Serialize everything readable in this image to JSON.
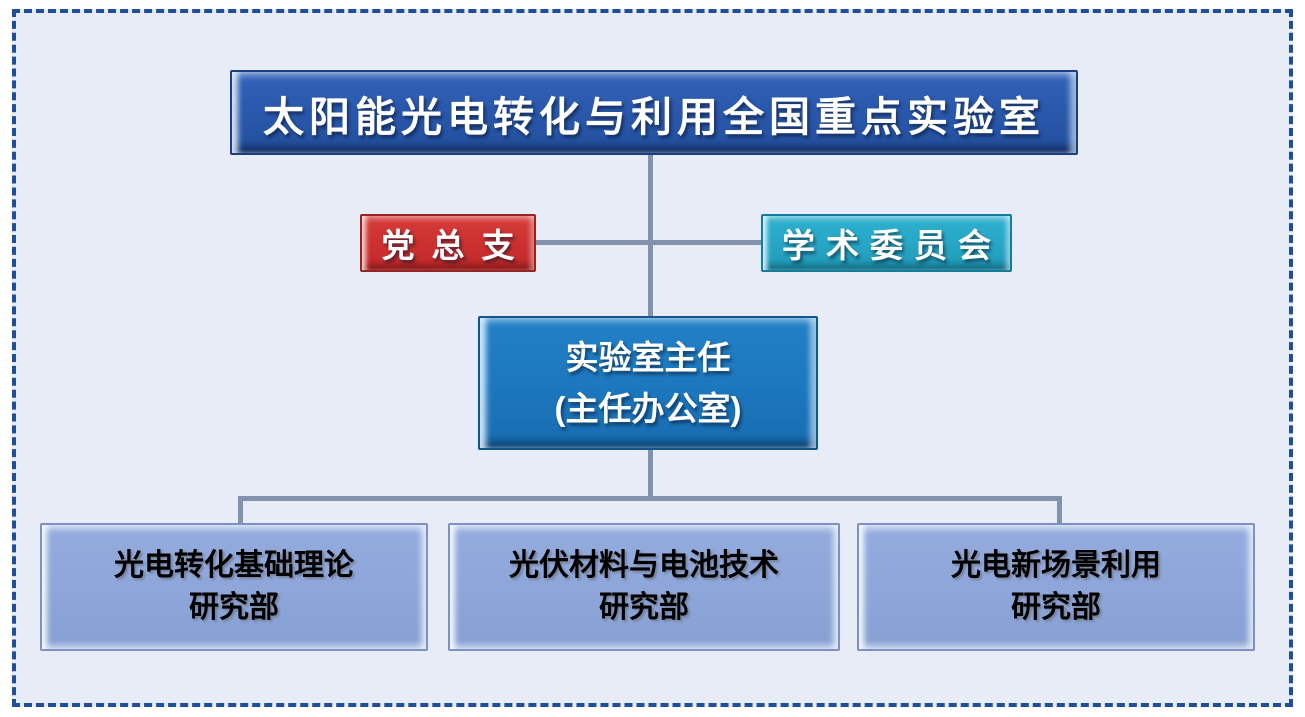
{
  "page": {
    "background": "#ffffff",
    "panel_background": "#e8ecf7",
    "dashed_border_color": "#1f4e9c",
    "connector_color": "#8292ac"
  },
  "org_chart": {
    "root": {
      "label": "太阳能光电转化与利用全国重点实验室",
      "fill": "#2a58ac",
      "text_color": "#ffffff"
    },
    "party_branch": {
      "label": "党总支",
      "fill": "#cc3130",
      "text_color": "#ffffff"
    },
    "academic_committee": {
      "label": "学术委员会",
      "fill": "#27a7c5",
      "text_color": "#ffffff"
    },
    "director": {
      "line1": "实验室主任",
      "line2": "(主任办公室)",
      "fill": "#1d78bf",
      "text_color": "#ffffff"
    },
    "departments": [
      {
        "line1": "光电转化基础理论",
        "line2": "研究部",
        "fill": "#8ea6d9",
        "text_color": "#000000"
      },
      {
        "line1": "光伏材料与电池技术",
        "line2": "研究部",
        "fill": "#8ea6d9",
        "text_color": "#000000"
      },
      {
        "line1": "光电新场景利用",
        "line2": "研究部",
        "fill": "#8ea6d9",
        "text_color": "#000000"
      }
    ]
  }
}
